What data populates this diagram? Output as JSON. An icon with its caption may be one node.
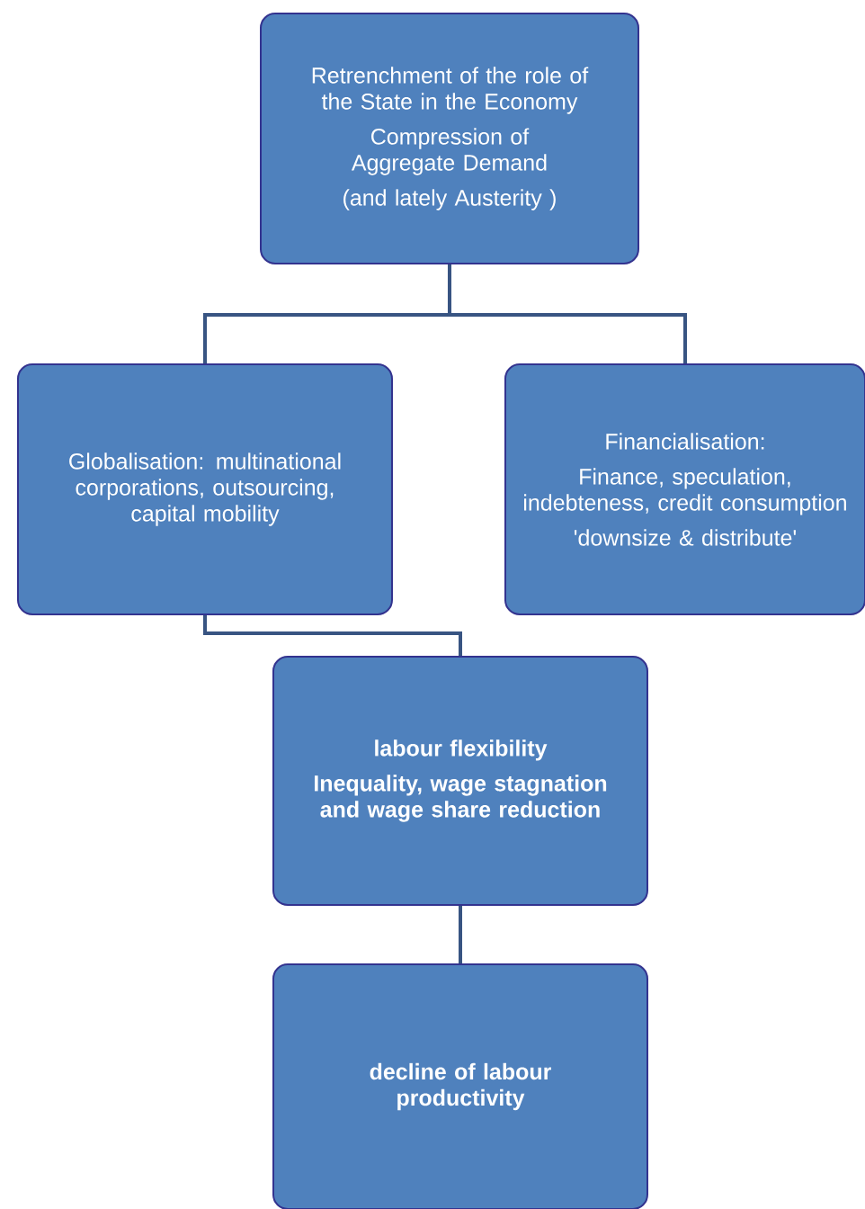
{
  "diagram": {
    "nodes": [
      {
        "text": [
          "Retrenchment of the role of the State in the Economy",
          "Compression of Aggregate Demand",
          "(and lately Austerity )"
        ]
      },
      {
        "text": [
          "Globalisation: multinational corporations, outsourcing, capital mobility"
        ]
      },
      {
        "text": [
          "Financialisation:",
          "Finance, speculation, indebteness, credit consumption",
          "'downsize & distribute'"
        ]
      },
      {
        "text": [
          "labour flexibility",
          "Inequality, wage stagnation and wage share reduction"
        ]
      },
      {
        "text": [
          "decline of labour productivity"
        ]
      }
    ],
    "edges": [
      {
        "from": 0,
        "to": 1,
        "arrow": "none"
      },
      {
        "from": 0,
        "to": 2,
        "arrow": "none"
      },
      {
        "from": 1,
        "to": 3,
        "arrow": "none"
      },
      {
        "from": 3,
        "to": 4,
        "arrow": "none"
      }
    ]
  }
}
